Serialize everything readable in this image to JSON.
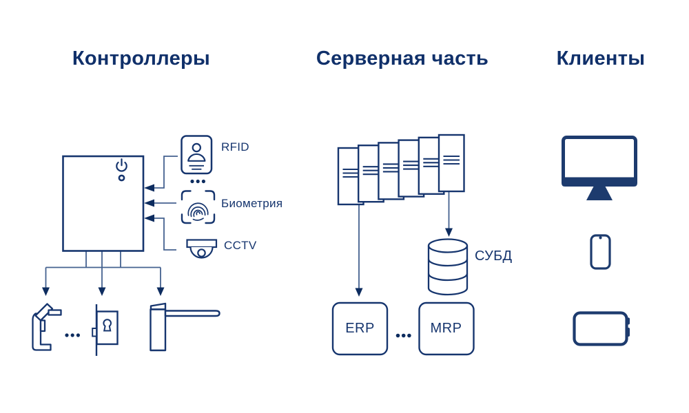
{
  "sections": {
    "controllers": {
      "title": "Контроллеры",
      "controller_icon": "access-controller",
      "inputs": [
        {
          "label": "RFID",
          "icon": "rfid-card"
        },
        {
          "label": "Биометрия",
          "icon": "fingerprint-scan"
        },
        {
          "label": "CCTV",
          "icon": "cctv-dome-camera"
        }
      ],
      "devices": [
        "turnstile",
        "door-lock",
        "barrier-gate"
      ]
    },
    "server": {
      "title": "Серверная часть",
      "servers_icon": "server-stack",
      "database": {
        "label": "СУБД",
        "icon": "database-cylinder"
      },
      "systems": [
        {
          "label": "ERP"
        },
        {
          "label": "MRP"
        }
      ]
    },
    "clients": {
      "title": "Клиенты",
      "devices": [
        "desktop-monitor",
        "smartphone",
        "tablet"
      ]
    }
  },
  "colors": {
    "background": "#ffffff",
    "title_text": "#10306a",
    "icon_stroke": "#16356e",
    "connector_line": "#44618f",
    "arrow_fill": "#0d2c5f",
    "solid_device_fill": "#1d3b6e"
  }
}
